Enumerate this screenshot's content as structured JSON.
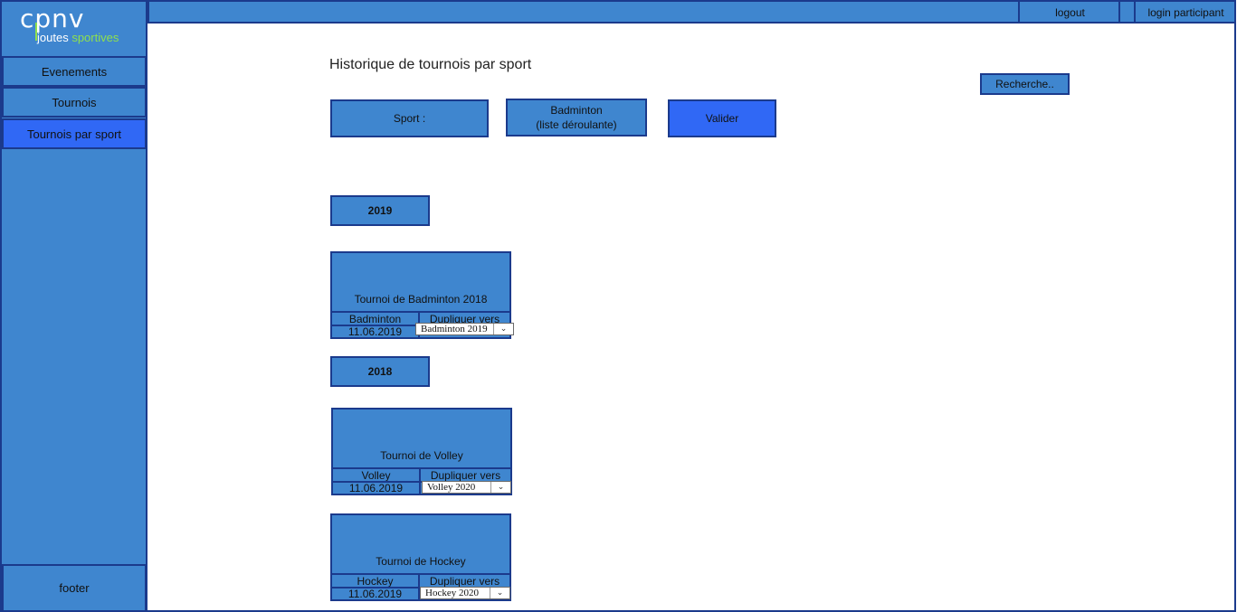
{
  "logo": {
    "brand": "cpnv",
    "tag_word1": "joutes",
    "tag_word2": "sportives"
  },
  "sidebar": {
    "items": [
      {
        "label": "Evenements"
      },
      {
        "label": "Tournois"
      },
      {
        "label": "Tournois par sport",
        "active": true
      }
    ],
    "footer": "footer"
  },
  "topbar": {
    "logout": "logout",
    "login": "login participant"
  },
  "main": {
    "title": "Historique de tournois par sport",
    "search": "Recherche..",
    "sport_label": "Sport :",
    "sport_select_line1": "Badminton",
    "sport_select_line2": "(liste déroulante)",
    "validate": "Valider"
  },
  "groups": [
    {
      "year": "2019",
      "tournaments": [
        {
          "title": "Tournoi de Badminton 2018",
          "sport": "Badminton",
          "duplicate_label": "Dupliquer vers",
          "date": "11.06.2019",
          "duplicate_target": "Badminton 2019"
        }
      ]
    },
    {
      "year": "2018",
      "tournaments": [
        {
          "title": "Tournoi de Volley",
          "sport": "Volley",
          "duplicate_label": "Dupliquer vers",
          "date": "11.06.2019",
          "duplicate_target": "Volley 2020"
        },
        {
          "title": "Tournoi de Hockey",
          "sport": "Hockey",
          "duplicate_label": "Dupliquer vers",
          "date": "11.06.2019",
          "duplicate_target": "Hockey 2020"
        }
      ]
    }
  ],
  "colors": {
    "panel_blue": "#3f86cf",
    "active_blue": "#3068f5",
    "border_navy": "#1b3a8c",
    "logo_green": "#8fe04e"
  }
}
